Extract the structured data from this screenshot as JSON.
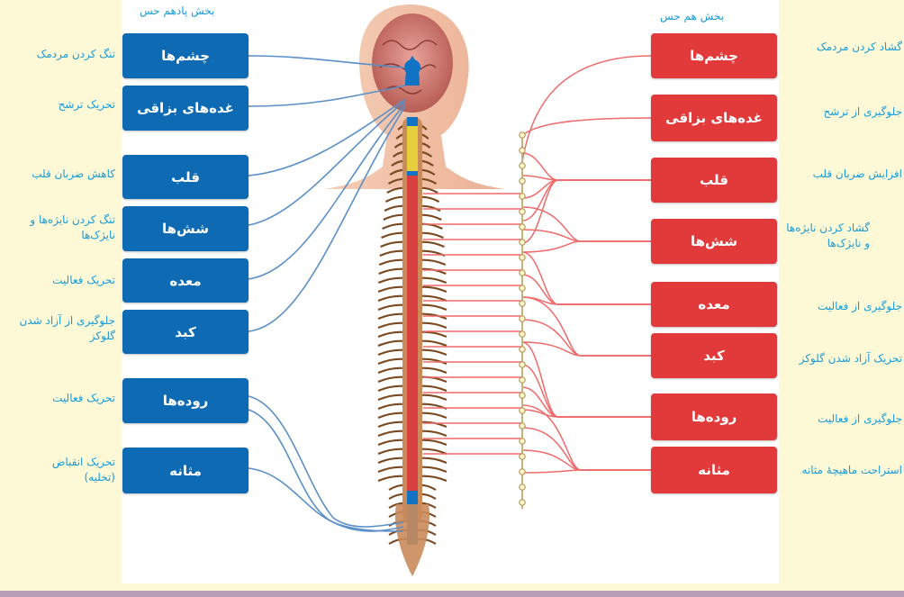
{
  "parasympathetic": {
    "title": "بخش پادهم حس",
    "organs": [
      {
        "organ": "چشم‌ها",
        "effect": "تنگ کردن مردمک"
      },
      {
        "organ": "غده‌های بزاقی",
        "effect": "تحریک ترشح"
      },
      {
        "organ": "قلب",
        "effect": "کاهش ضربان قلب"
      },
      {
        "organ": "شش‌ها",
        "effect": "تنگ کردن نایژه‌ها و نایژک‌ها"
      },
      {
        "organ": "معده",
        "effect": "تحریک فعالیت"
      },
      {
        "organ": "کبد",
        "effect": "جلوگیری از آزاد شدن گلوکز"
      },
      {
        "organ": "روده‌ها",
        "effect": "تحریک فعالیت"
      },
      {
        "organ": "مثانه",
        "effect": "تحریک انقباض (تخلیه)"
      }
    ]
  },
  "sympathetic": {
    "title": "بخش هم حس",
    "organs": [
      {
        "organ": "چشم‌ها",
        "effect": "گشاد کردن مردمک"
      },
      {
        "organ": "غده‌های بزاقی",
        "effect": "جلوگیری از ترشح"
      },
      {
        "organ": "قلب",
        "effect": "افزایش ضربان قلب"
      },
      {
        "organ": "شش‌ها",
        "effect": "گشاد کردن نایژه‌ها و نایژک‌ها"
      },
      {
        "organ": "معده",
        "effect": "جلوگیری از فعالیت"
      },
      {
        "organ": "کبد",
        "effect": "تحریک آزاد شدن گلوکز"
      },
      {
        "organ": "روده‌ها",
        "effect": "جلوگیری از فعالیت"
      },
      {
        "organ": "مثانه",
        "effect": "استراحت ماهیچهٔ مثانه"
      }
    ]
  },
  "colors": {
    "parasympathetic": "#0d6ab3",
    "sympathetic": "#e23a3a",
    "label_text": "#1a9bd7",
    "background": "#fdf8d6"
  }
}
